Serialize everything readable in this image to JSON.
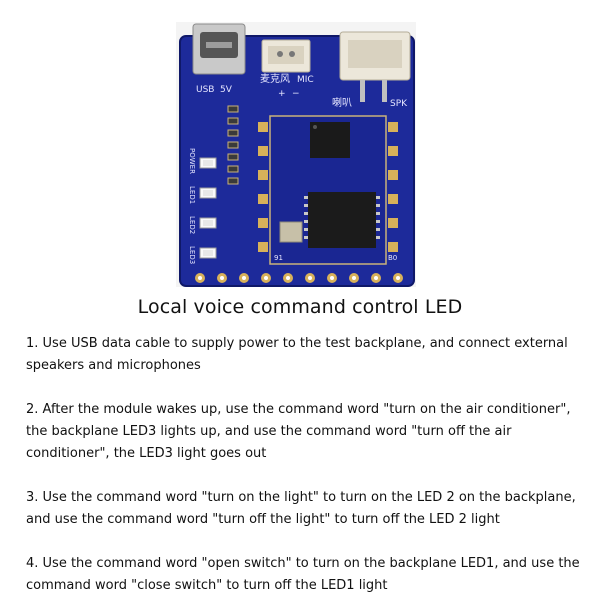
{
  "image": {
    "labels": {
      "usb": "USB",
      "five_v": "5V",
      "mic": "MIC",
      "mic_cn": "麦克风",
      "spk": "SPK",
      "spk_cn": "喇叭",
      "power": "POWER",
      "led1": "LED1",
      "led2": "LED2",
      "led3": "LED3",
      "pin_91": "91",
      "pin_b0": "B0",
      "plus": "+",
      "minus": "−"
    }
  },
  "title": "Local voice command control LED",
  "steps": [
    "1. Use USB data cable to supply power to the test backplane, and connect external speakers and microphones",
    "2. After the module wakes up, use the command word \"turn on the air conditioner\", the backplane LED3 lights up, and use the command word \"turn off the air conditioner\", the LED3 light goes out",
    "3. Use the command word \"turn on the light\" to turn on the LED 2 on the backplane, and use the command word \"turn off the light\" to turn off the LED 2 light",
    "4. Use the command word \"open switch\" to turn on the backplane LED1, and use the command word \"close switch\" to turn off the LED1 light"
  ]
}
